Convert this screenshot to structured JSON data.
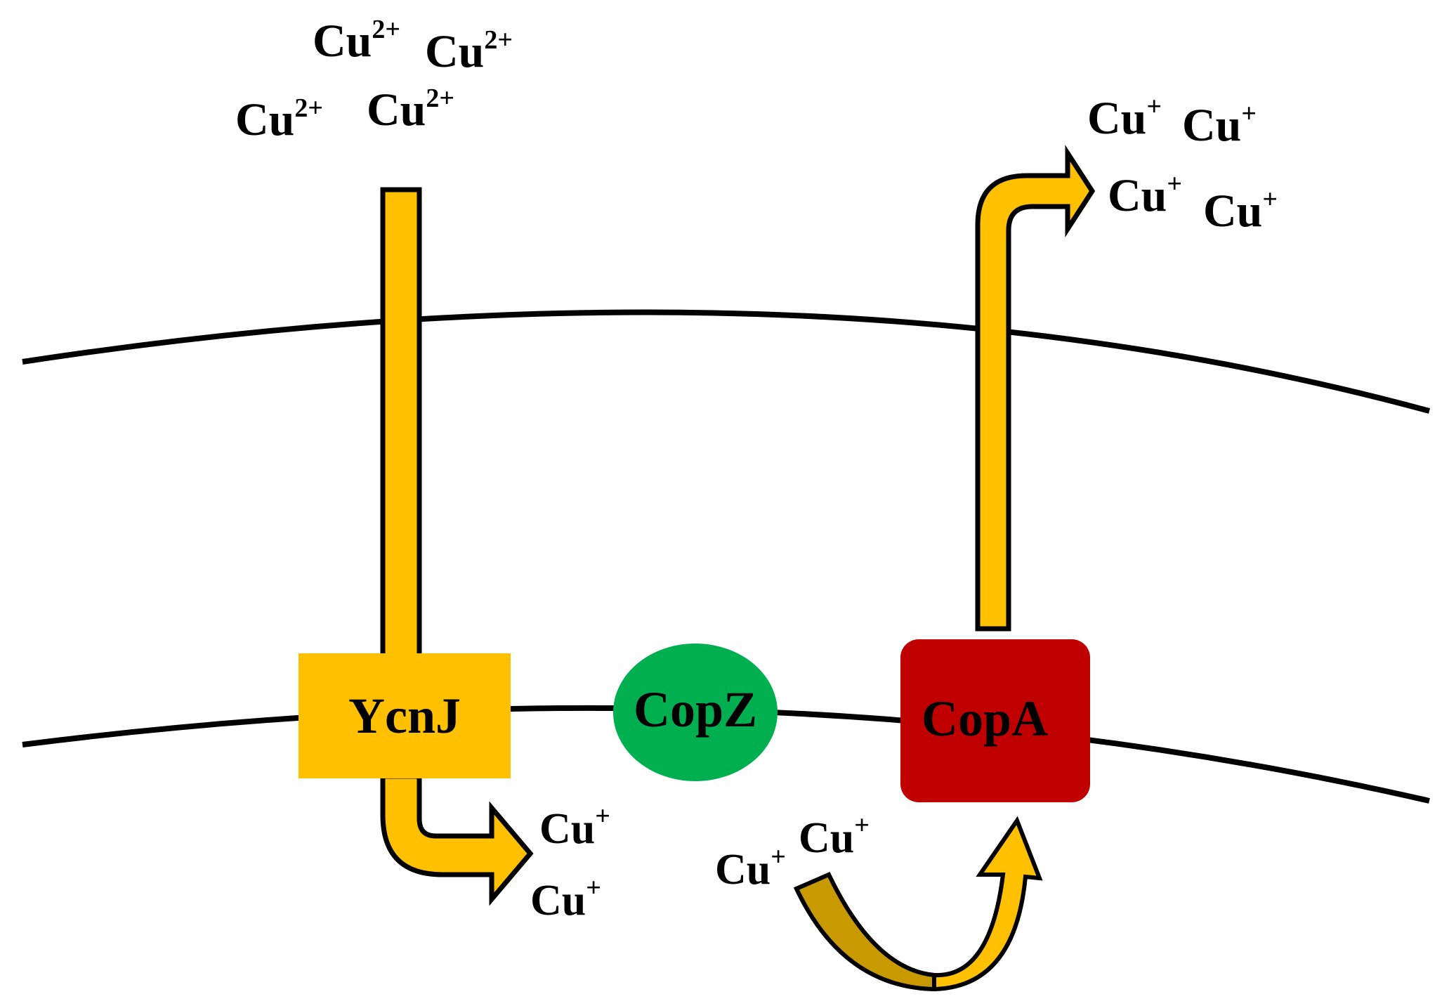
{
  "colors": {
    "arrow_fill": "#FFC000",
    "arrow_dark": "#C99A00",
    "ycnj_fill": "#FFC000",
    "copz_fill": "#00B050",
    "copa_fill": "#C00000",
    "membrane_stroke": "#000000"
  },
  "proteins": {
    "ycnj": "YcnJ",
    "copz": "CopZ",
    "copa": "CopA"
  },
  "ions": {
    "cu2_base": "Cu",
    "cu2_charge": "2+",
    "cu1_base": "Cu",
    "cu1_charge": "+"
  }
}
